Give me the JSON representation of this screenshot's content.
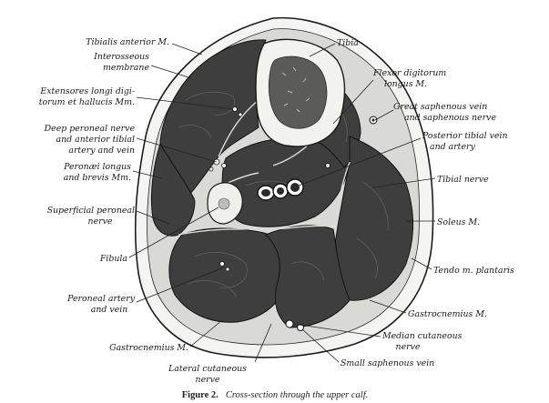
{
  "figure": {
    "labels": {
      "tibialis_anterior": "Tibialis anterior M.",
      "interosseous_1": "Interosseous",
      "interosseous_2": "membrane",
      "extensores_1": "Extensores longi digi-",
      "extensores_2": "torum et hallucis Mm.",
      "deep_peroneal_1": "Deep peroneal nerve",
      "deep_peroneal_2": "and anterior tibial",
      "deep_peroneal_3": "artery and vein",
      "peronaei_1": "Peronæi longus",
      "peronaei_2": "and brevis Mm.",
      "superficial_peroneal_1": "Superficial peroneal",
      "superficial_peroneal_2": "nerve",
      "fibula": "Fibula",
      "peroneal_artery_1": "Peroneal artery",
      "peroneal_artery_2": "and vein",
      "gastrocnemius_left": "Gastrocnemius M.",
      "lateral_cutaneous_1": "Lateral cutaneous",
      "lateral_cutaneous_2": "nerve",
      "tibia": "Tibia",
      "flexor_1": "Flexor digitorum",
      "flexor_2": "longus M.",
      "great_saphenous_1": "Great saphenous vein",
      "great_saphenous_2": "and saphenous nerve",
      "posterior_tibial_1": "Posterior tibial vein",
      "posterior_tibial_2": "and artery",
      "tibial_nerve": "Tibial nerve",
      "soleus": "Soleus M.",
      "tendo_plantaris": "Tendo m. plantaris",
      "gastrocnemius_right": "Gastrocnemius M.",
      "median_cutaneous_1": "Median cutaneous",
      "median_cutaneous_2": "nerve",
      "small_saphenous": "Small saphenous vein"
    },
    "caption": {
      "number": "Figure 2.",
      "text": "Cross-section through the upper calf."
    }
  }
}
